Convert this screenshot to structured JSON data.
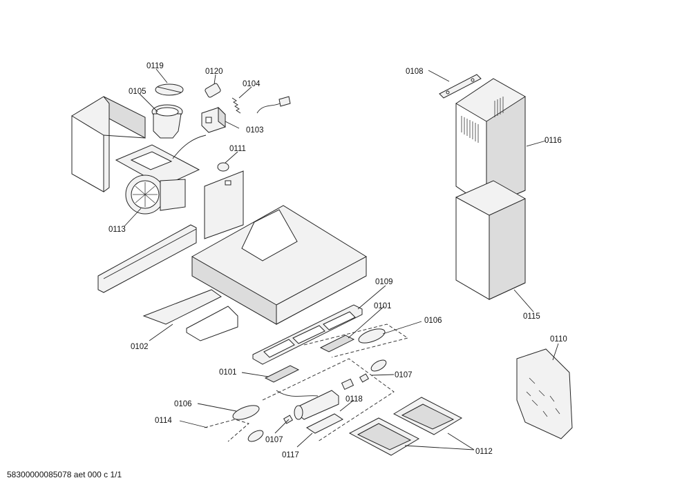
{
  "diagram": {
    "labels": {
      "p0119": "0119",
      "p0120": "0120",
      "p0104": "0104",
      "p0105": "0105",
      "p0103": "0103",
      "p0111": "0111",
      "p0113": "0113",
      "p0108": "0108",
      "p0116": "0116",
      "p0115": "0115",
      "p0109": "0109",
      "p0101a": "0101",
      "p0106a": "0106",
      "p0102": "0102",
      "p0101b": "0101",
      "p0107a": "0107",
      "p0110": "0110",
      "p0106b": "0106",
      "p0118": "0118",
      "p0114": "0114",
      "p0107b": "0107",
      "p0117": "0117",
      "p0112": "0112"
    },
    "footer": "58300000085078 aet 000 c 1/1"
  }
}
